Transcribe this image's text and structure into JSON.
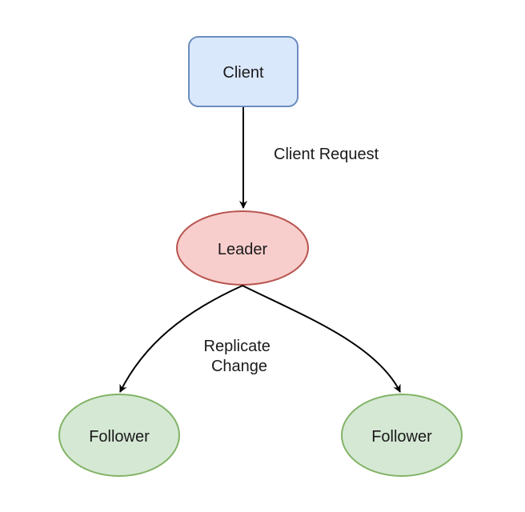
{
  "nodes": {
    "client": {
      "label": "Client",
      "fill": "#dae8fc",
      "stroke": "#6c8ebf"
    },
    "leader": {
      "label": "Leader",
      "fill": "#f8cecc",
      "stroke": "#b85450"
    },
    "follower_left": {
      "label": "Follower",
      "fill": "#d5e8d4",
      "stroke": "#82b366"
    },
    "follower_right": {
      "label": "Follower",
      "fill": "#d5e8d4",
      "stroke": "#82b366"
    }
  },
  "edges": {
    "client_request": {
      "label": "Client Request"
    },
    "replicate_change": {
      "label_lines": [
        "Replicate",
        "Change"
      ]
    }
  }
}
